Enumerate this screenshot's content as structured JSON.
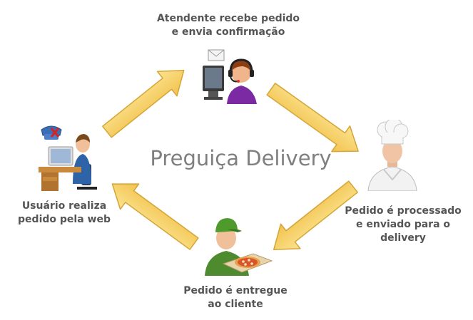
{
  "center": {
    "title": "Preguiça Delivery"
  },
  "steps": [
    {
      "label": "Atendente recebe pedido\ne envia confirmação",
      "icon": "call-center-attendant-icon"
    },
    {
      "label": "Pedido é processado\ne enviado para o\ndelivery",
      "icon": "chef-icon"
    },
    {
      "label": "Pedido é entregue\nao cliente",
      "icon": "delivery-man-pizza-icon"
    },
    {
      "label": "Usuário realiza\npedido pela web",
      "icon": "user-computer-icon"
    }
  ],
  "colors": {
    "arrow_fill": "#f9d86c",
    "arrow_stroke": "#d4a536",
    "caption": "#555555",
    "title": "#7f7f7f"
  }
}
